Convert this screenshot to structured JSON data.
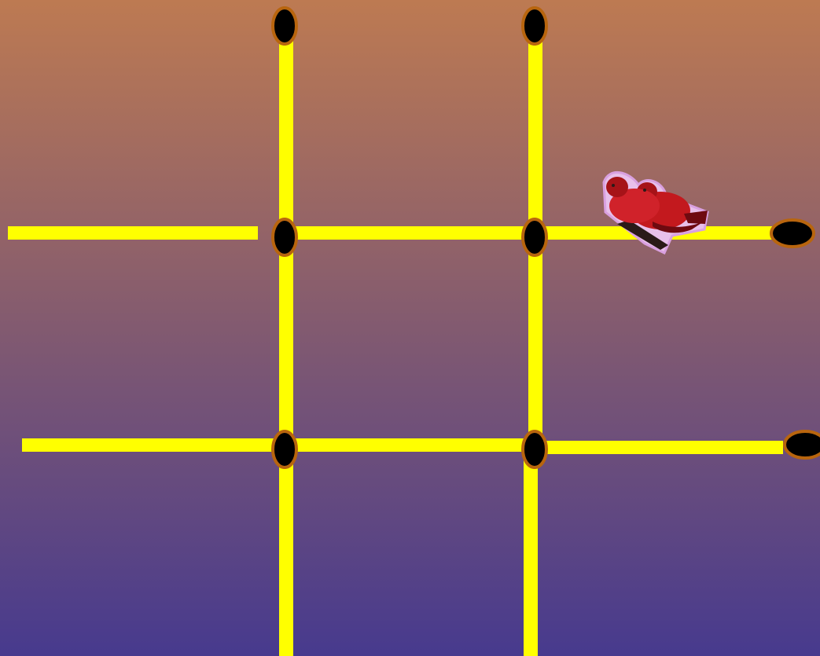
{
  "scene": {
    "background_top": "#bd7a52",
    "background_bottom": "#473a8e",
    "stick_color": "#ffff00",
    "head_color": "#000000",
    "head_outline": "#b8650e"
  },
  "puzzle": {
    "type": "matchstick-grid",
    "matchstick_count": 12,
    "matches_with_visible_heads": 8
  },
  "decoration": {
    "icon": "red-bird-pair-icon",
    "colors": [
      "#c3191e",
      "#6e0a10",
      "#e8c0ea",
      "#2a1a18"
    ]
  }
}
